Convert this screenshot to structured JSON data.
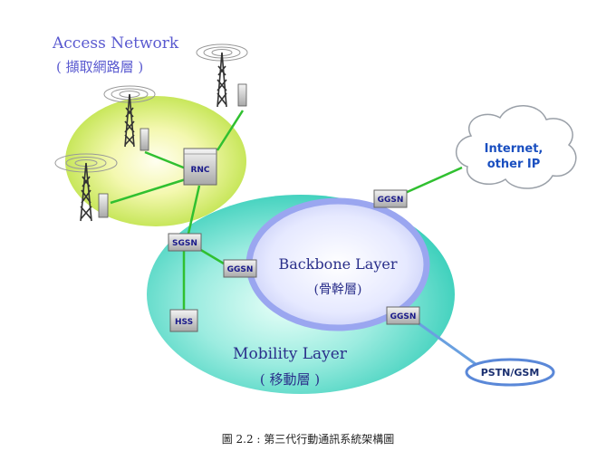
{
  "labels": {
    "access_network": "Access Network",
    "access_network_zh": "( 擷取網路層 )",
    "backbone_layer": "Backbone Layer",
    "backbone_layer_zh": "(骨幹層)",
    "mobility_layer": "Mobility Layer",
    "mobility_layer_zh": "( 移動層 )",
    "internet_line1": "Internet,",
    "internet_line2": "other IP",
    "pstn": "PSTN/GSM"
  },
  "nodes": {
    "rnc": "RNC",
    "sgsn": "SGSN",
    "hss": "HSS",
    "ggsn_backbone": "GGSN",
    "ggsn_internet": "GGSN",
    "ggsn_pstn": "GGSN"
  },
  "caption": "圖 2.2 : 第三代行動通訊系統架構圖",
  "colors": {
    "access_outer": "#c8e860",
    "access_inner": "#fafad2",
    "mobility_outer": "#3fd0c0",
    "mobility_inner": "#b8f2e8",
    "backbone_ring": "#9aa6f0",
    "backbone_inner": "#eef0ff",
    "link": "#30c030",
    "pstn_link": "#6aa0e0",
    "cloud_text": "#1a4fc0"
  }
}
